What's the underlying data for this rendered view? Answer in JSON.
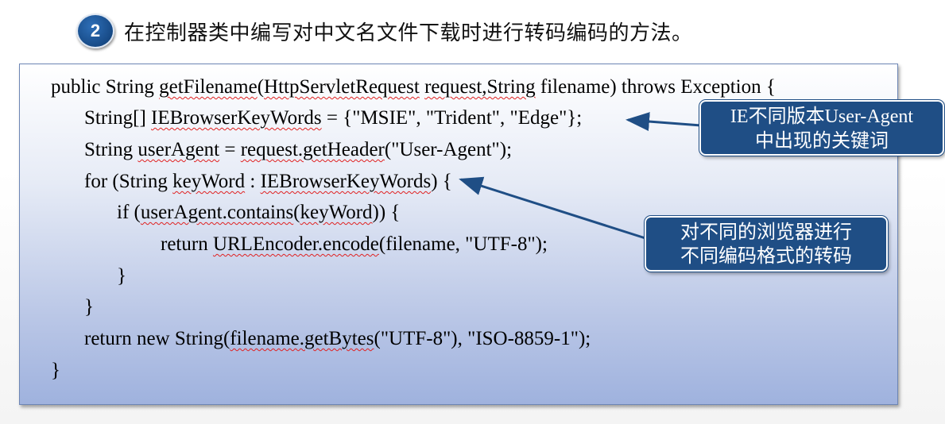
{
  "heading": {
    "step_number": "2",
    "text": "在控制器类中编写对中文名文件下载时进行转码编码的方法。"
  },
  "code": {
    "line1": {
      "a": "public String ",
      "b": "getFilename",
      "c": "(",
      "d": "HttpServletRequest",
      "e": " ",
      "f": "request,String",
      "g": " filename) throws Exception {"
    },
    "line2": {
      "a": "String[] ",
      "b": "IEBrowserKeyWords",
      "c": " = {\"MSIE\", \"Trident\", \"Edge\"};"
    },
    "line3": {
      "a": "String ",
      "b": "userAgent",
      "c": " = ",
      "d": "request.getHeader",
      "e": "(\"User-Agent\");"
    },
    "line4": {
      "a": "for (String ",
      "b": "keyWord",
      "c": " : ",
      "d": "IEBrowserKeyWords",
      "e": ") {"
    },
    "line5": {
      "a": "if (",
      "b": "userAgent.contains",
      "c": "(",
      "d": "keyWord",
      "e": ")) {"
    },
    "line6": {
      "a": "return ",
      "b": "URLEncoder.encode",
      "c": "(filename, \"UTF-8\");"
    },
    "line7": "}",
    "line8": "}",
    "line9": {
      "a": "return new String(",
      "b": "filename.getBytes",
      "c": "(\"UTF-8\"), \"ISO-8859-1\");"
    },
    "line10": "}"
  },
  "callouts": {
    "keywords": {
      "line1_latin_a": "IE",
      "line1_cjk": "不同版本",
      "line1_latin_b": "User-Agent",
      "line2": "中出现的关键词"
    },
    "encoding": {
      "line1": "对不同的浏览器进行",
      "line2": "不同编码格式的转码"
    }
  },
  "colors": {
    "callout_fill": "#1f4e85",
    "badge_fill": "#174a86",
    "spellcheck_underline": "#e02020"
  }
}
